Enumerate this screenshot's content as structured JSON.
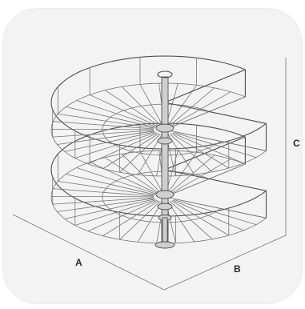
{
  "dimensions": {
    "a_label": "A",
    "b_label": "B",
    "c_label": "C"
  },
  "colors": {
    "background_card": "#f3f3f3",
    "line": "#6d6d6d",
    "line_dark": "#4a4a4a"
  },
  "icons": {
    "illustration": "two-tier-revolving-corner-carousel-drawing"
  }
}
